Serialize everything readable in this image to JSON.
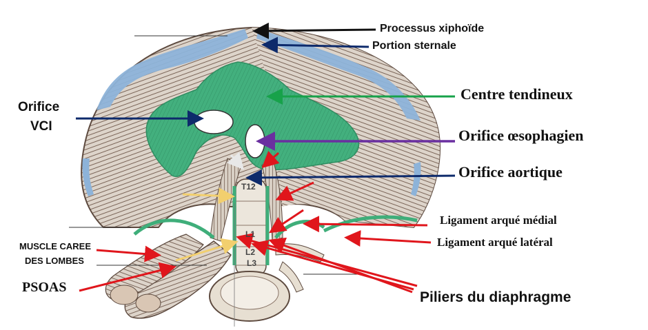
{
  "labels": {
    "processus_xiphoide": "Processus xiphoïde",
    "portion_sternale": "Portion sternale",
    "centre_tendineux": "Centre tendineux",
    "orifice_vci_line1": "Orifice",
    "orifice_vci_line2": "VCI",
    "orifice_oesophagien": "Orifice œsophagien",
    "orifice_aortique": "Orifice aortique",
    "ligament_arque_medial": "Ligament arqué médial",
    "ligament_arque_lateral": "Ligament arqué latéral",
    "muscle_carre_line1": "MUSCLE CAREE",
    "muscle_carre_line2": "DES LOMBES",
    "psoas": "PSOAS",
    "piliers": "Piliers du diaphragme"
  },
  "vertebrae": {
    "t12": "T12",
    "l1": "L1",
    "l2": "L2",
    "l3": "L3"
  },
  "colors": {
    "tendon_green": "#3fae7a",
    "muscle_fiber": "#8a7568",
    "muscle_light": "#e3dcd3",
    "cartilage_blue": "#8db3d9",
    "arrow_black": "#111111",
    "arrow_navy": "#0d2a6b",
    "arrow_green": "#17a24a",
    "arrow_purple": "#6a2fa0",
    "arrow_red": "#e0161c",
    "arrow_yellow": "#f2cf6e",
    "arrow_white": "#e8e8e8"
  }
}
